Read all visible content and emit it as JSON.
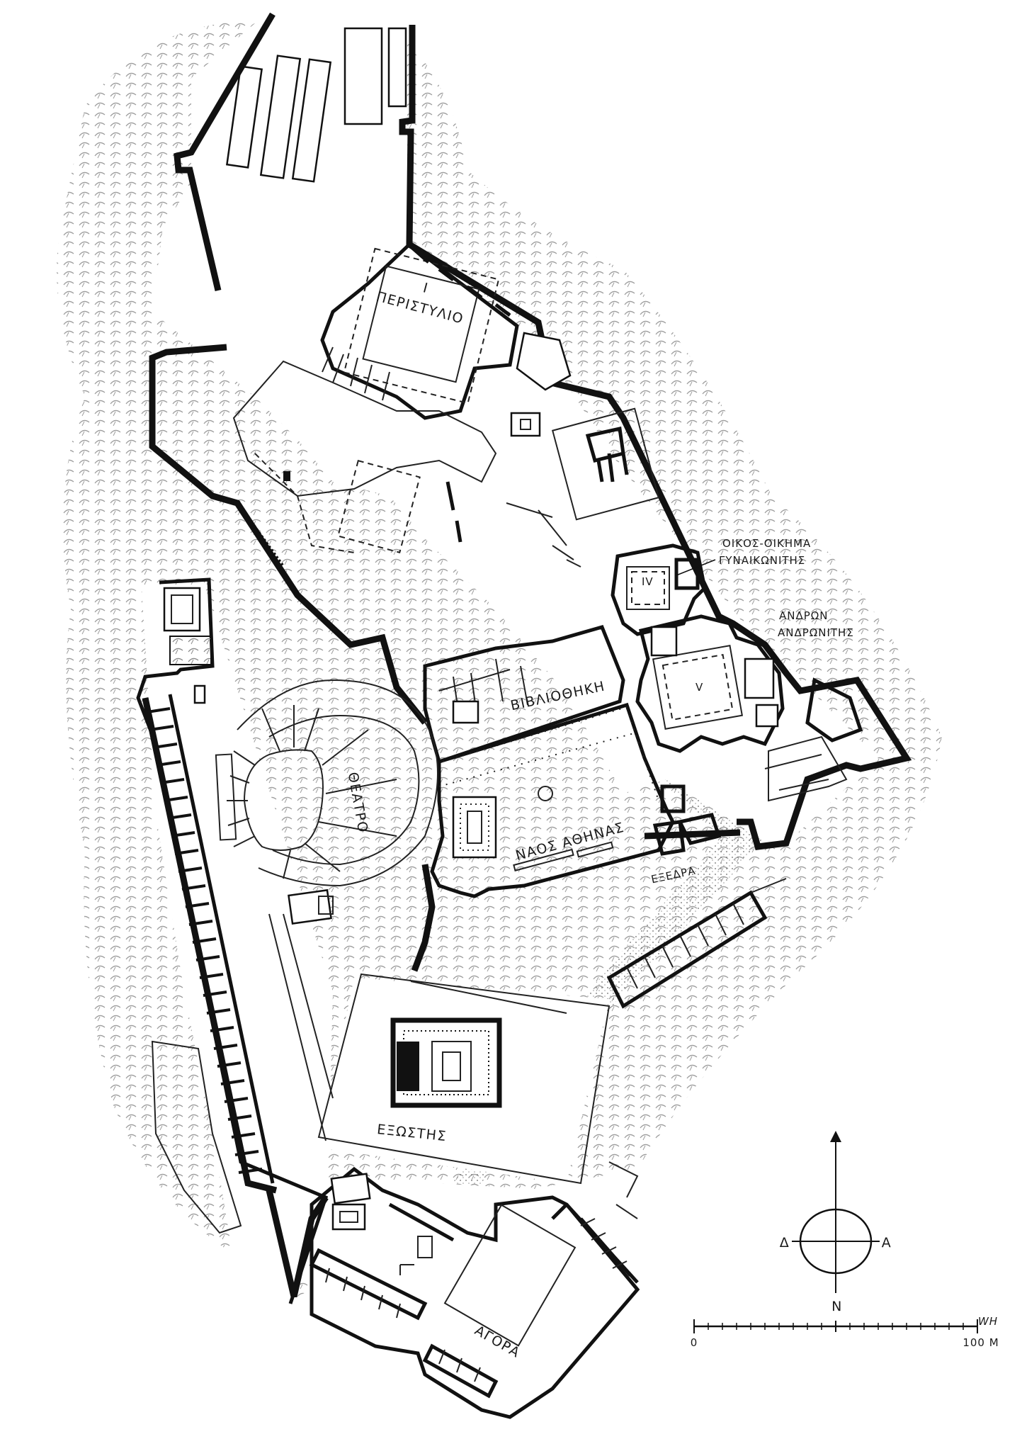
{
  "map": {
    "labels": {
      "peristylio_num": "I",
      "peristylio": "ΠΕΡΙΣΤΥΛΙΟ",
      "oikos_line1": "ΟΙΚΟΣ-ΟΙΚΗΜΑ",
      "oikos_line2": "ΓΥΝΑΙΚΩΝΙΤΗΣ",
      "room_iv": "IV",
      "andron_line1": "ΑΝΔΡΩΝ",
      "andron_line2": "ΑΝΔΡΩΝΙΤΗΣ",
      "room_v": "V",
      "vivliothiki": "ΒΙΒΛΙΟΘΗΚΗ",
      "theatro": "ΘΕΑΤΡΟ",
      "naos_athinas": "ΝΑΟΣ ΑΘΗΝΑΣ",
      "exedra": "ΕΞΕΔΡΑ",
      "exostis": "ΕΞΩΣΤΗΣ",
      "agora": "ΑΓΟΡΑ"
    },
    "compass": {
      "north": "",
      "south": "Ν",
      "west": "Δ",
      "east": "Α"
    },
    "scale": {
      "start": "0",
      "end": "100 Μ",
      "signature": "WH"
    }
  }
}
